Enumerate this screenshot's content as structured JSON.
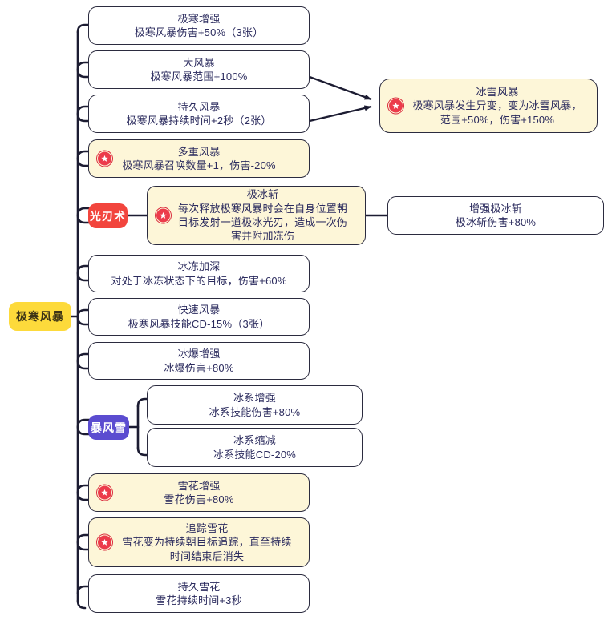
{
  "diagram": {
    "type": "skill-tree",
    "root": {
      "label": "极寒风暴"
    },
    "colors": {
      "root_pill": "#FDDA3B",
      "skill_red_pill": "#F2453D",
      "skill_purple_pill": "#5B4CD0",
      "special_node_bg": "#FDF6D8",
      "node_bg": "#FFFFFF",
      "node_border": "#2B2B3F",
      "text": "#2B2B5E",
      "star_badge": "#EC3B4B",
      "wire": "#1C1C32"
    },
    "icons": {
      "special_marker": "star-badge-icon"
    },
    "nodes": [
      {
        "id": "n1",
        "title": "极寒增强",
        "desc": "极寒风暴伤害+50%（3张）",
        "special": false
      },
      {
        "id": "n2",
        "title": "大风暴",
        "desc": "极寒风暴范围+100%",
        "special": false
      },
      {
        "id": "n3",
        "title": "持久风暴",
        "desc": "极寒风暴持续时间+2秒（2张）",
        "special": false
      },
      {
        "id": "n4",
        "title": "多重风暴",
        "desc": "极寒风暴召唤数量+1，伤害-20%",
        "special": true
      },
      {
        "id": "n5",
        "title": "极冰斩",
        "desc": "每次释放极寒风暴时会在自身位置朝目标发射一道极冰光刃，造成一次伤害并附加冻伤",
        "special": true
      },
      {
        "id": "n6",
        "title": "冰冻加深",
        "desc": "对处于冰冻状态下的目标，伤害+60%",
        "special": false
      },
      {
        "id": "n7",
        "title": "快速风暴",
        "desc": "极寒风暴技能CD-15%（3张）",
        "special": false
      },
      {
        "id": "n8",
        "title": "冰爆增强",
        "desc": "冰爆伤害+80%",
        "special": false
      },
      {
        "id": "n9",
        "title": "冰系增强",
        "desc": "冰系技能伤害+80%",
        "special": false
      },
      {
        "id": "n10",
        "title": "冰系缩减",
        "desc": "冰系技能CD-20%",
        "special": false
      },
      {
        "id": "n11",
        "title": "雪花增强",
        "desc": "雪花伤害+80%",
        "special": true
      },
      {
        "id": "n12",
        "title": "追踪雪花",
        "desc": "雪花变为持续朝目标追踪，直至持续时间结束后消失",
        "special": true
      },
      {
        "id": "n13",
        "title": "持久雪花",
        "desc": "雪花持续时间+3秒",
        "special": false
      },
      {
        "id": "r1",
        "title": "冰雪风暴",
        "desc": "极寒风暴发生异变，变为冰雪风暴，范围+50%，伤害+150%",
        "special": true
      },
      {
        "id": "r2",
        "title": "增强极冰斩",
        "desc": "极冰斩伤害+80%",
        "special": false
      }
    ],
    "skill_pills": [
      {
        "id": "p_light",
        "label": "光刃术",
        "style": "red"
      },
      {
        "id": "p_bliz",
        "label": "暴风雪",
        "style": "purple"
      }
    ]
  }
}
